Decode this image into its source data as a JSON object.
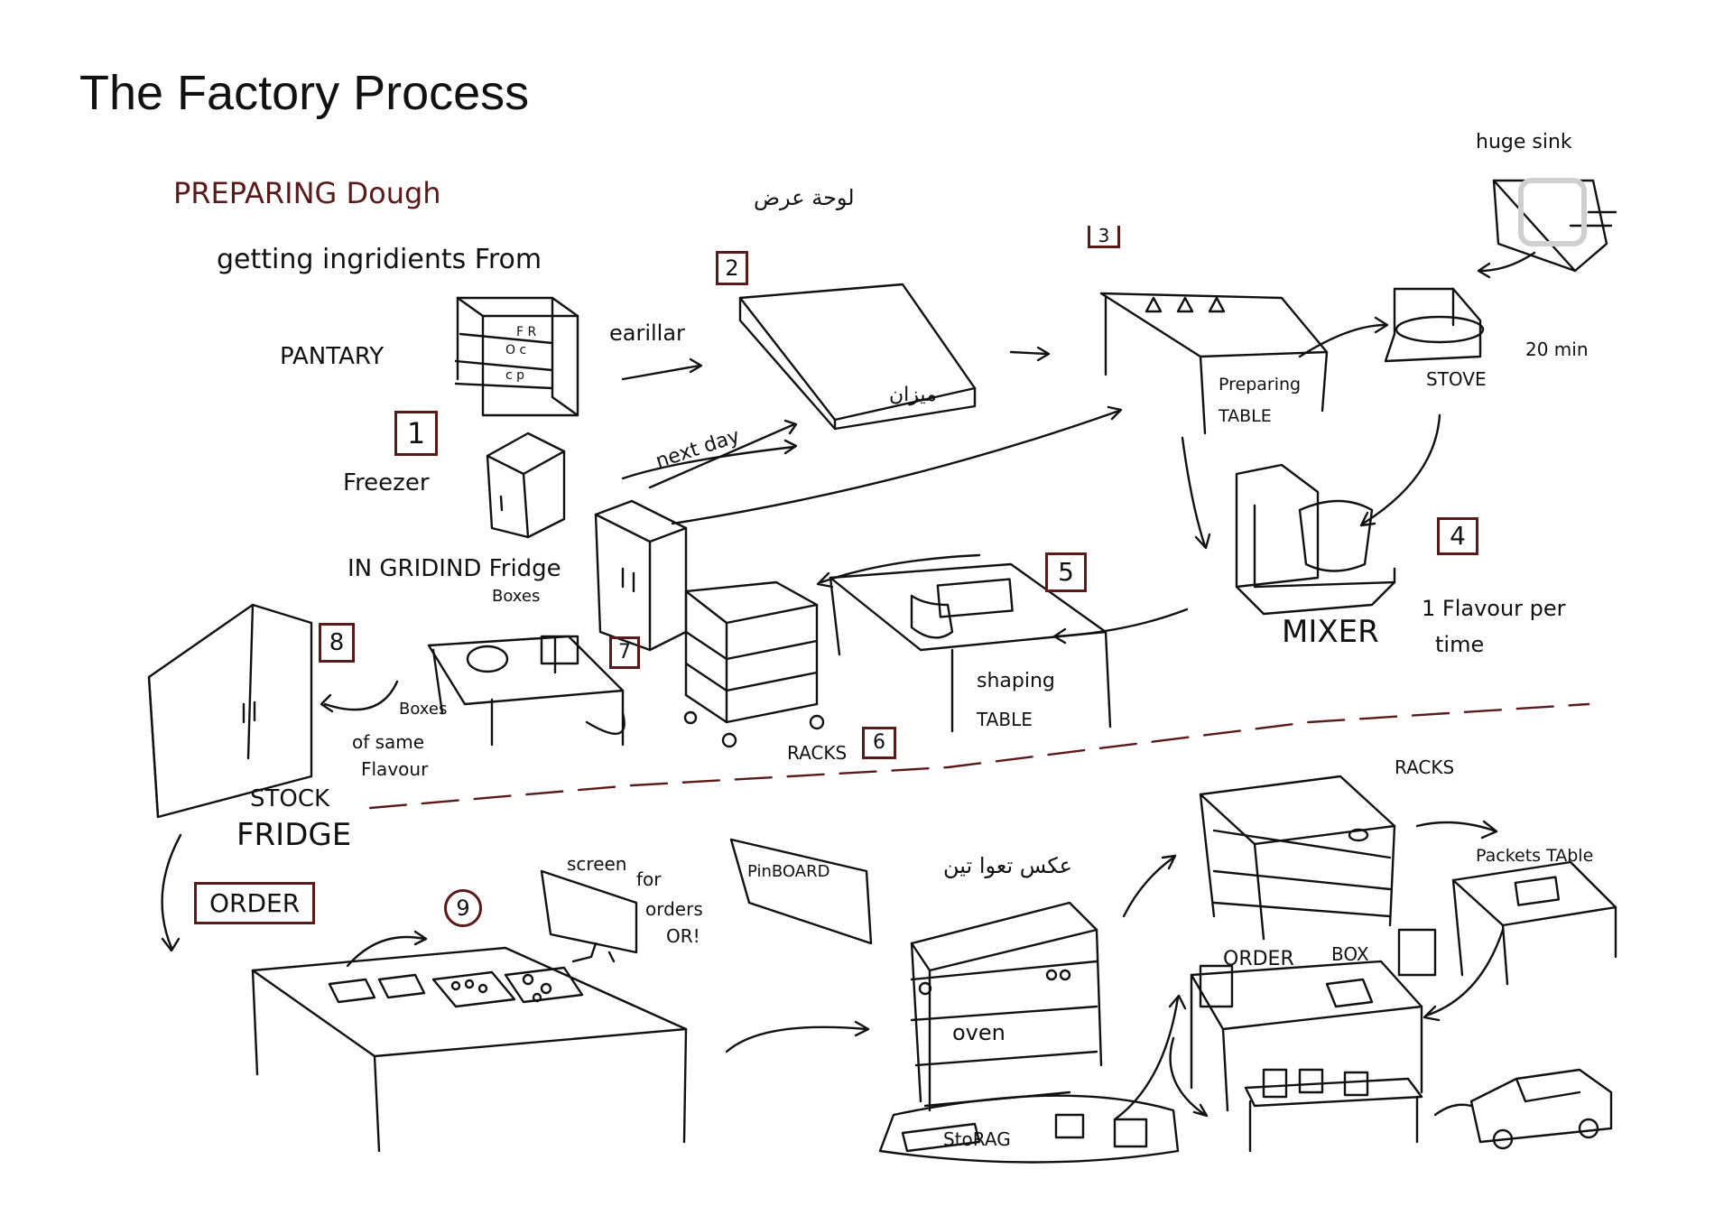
{
  "title": "The Factory Process",
  "labels": {
    "preparing_dough": "PREPARING Dough",
    "getting_ingredients": "getting ingridients From",
    "pantary": "PANTARY",
    "freezer": "Freezer",
    "earlier": "earillar",
    "next_day": "next day",
    "in_griding_fridge": "IN GRIDIND Fridge",
    "boxes_top": "Boxes",
    "boxes_bottom": "Boxes",
    "of_same": "of same",
    "flavour": "Flavour",
    "stock": "STOCK",
    "fridge": "FRIDGE",
    "arabic_top": "لوحة عرض",
    "arabic_table": "ميزان",
    "preparing_table_1": "Preparing",
    "preparing_table_2": "TABLE",
    "stove": "STOVE",
    "twenty_min": "20 min",
    "huge_sink": "huge sink",
    "mixer": "MIXER",
    "one_flavour_1": "1 Flavour per",
    "one_flavour_2": "time",
    "shaping_1": "shaping",
    "shaping_2": "TABLE",
    "racks_mid": "RACKS",
    "racks_top_right": "RACKS",
    "order": "ORDER",
    "screen_1": "screen",
    "screen_2": "for",
    "screen_3": "orders",
    "screen_4": "OR!",
    "pinboard": "PinBOARD",
    "arabic_oven": "عكس تعوا تين",
    "oven": "oven",
    "storage": "StoRAG",
    "order_box_1": "ORDER",
    "order_box_2": "BOX",
    "packets_table": "Packets TAble"
  },
  "numbers": [
    "1",
    "2",
    "3",
    "4",
    "5",
    "6",
    "7",
    "8",
    "9"
  ]
}
